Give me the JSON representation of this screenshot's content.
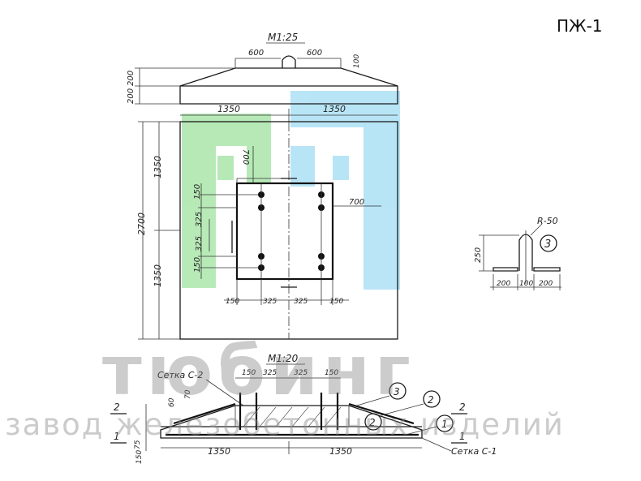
{
  "sheet_code": "ПЖ-1",
  "watermark": {
    "brand": "тюбинг",
    "tagline": "завод железобетонных изделий"
  },
  "views": {
    "plan": {
      "scale": "М1:25",
      "dims": {
        "half_left": "1350",
        "half_right": "1350",
        "top_left": "600",
        "top_right": "600",
        "loop": "100",
        "ledge_1": "200",
        "ledge_2": "200",
        "h_upper": "1350",
        "h_lower": "1350",
        "h_total": "2700",
        "r_150a": "150",
        "r_325a": "325",
        "r_325b": "325",
        "r_150b": "150",
        "inner_700v": "700",
        "inner_700h": "700",
        "b_150a": "150",
        "b_325a": "325",
        "b_325b": "325",
        "b_150b": "150"
      }
    },
    "section": {
      "scale": "М1:20",
      "mesh_top": "Сетка С-2",
      "mesh_bottom": "Сетка С-1",
      "dims": {
        "t_150a": "150",
        "t_325a": "325",
        "t_325b": "325",
        "t_150b": "150",
        "v_60": "60",
        "v_70": "70",
        "v_75": "75",
        "v_150": "150",
        "w_left": "1350",
        "w_right": "1350"
      },
      "cut_mark_1": "1",
      "cut_mark_2": "2",
      "callout_3": "3",
      "callout_2a": "2",
      "callout_2b": "2",
      "callout_1": "1"
    },
    "detail": {
      "radius": "R-50",
      "height": "250",
      "w1": "200",
      "w2": "100",
      "w3": "200",
      "callout": "3"
    }
  },
  "colors": {
    "wm_green": "#7dd87d",
    "wm_blue": "#7fd0f0",
    "line": "#1a1a1a"
  }
}
